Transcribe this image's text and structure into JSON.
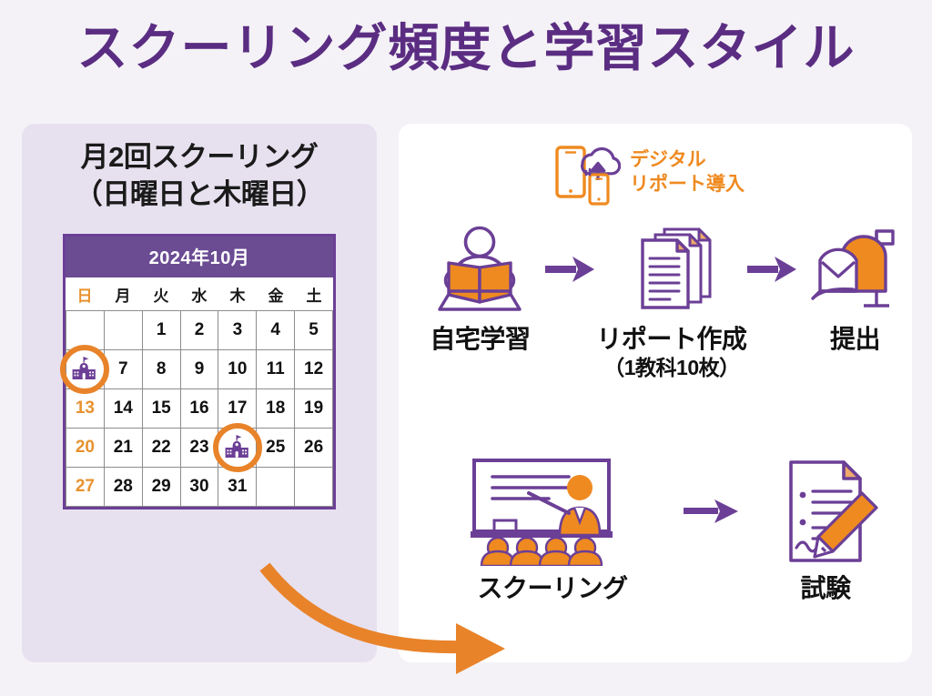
{
  "title": "スクーリング頻度と学習スタイル",
  "left_panel": {
    "heading_line1": "月2回スクーリング",
    "heading_line2": "（日曜日と木曜日）",
    "calendar": {
      "month_label": "2024年10月",
      "weekdays": [
        "日",
        "月",
        "火",
        "水",
        "木",
        "金",
        "土"
      ],
      "weeks": [
        [
          "",
          "",
          "1",
          "2",
          "3",
          "4",
          "5"
        ],
        [
          "school",
          "7",
          "8",
          "9",
          "10",
          "11",
          "12"
        ],
        [
          "13",
          "14",
          "15",
          "16",
          "17",
          "18",
          "19"
        ],
        [
          "20",
          "21",
          "22",
          "23",
          "school",
          "25",
          "26"
        ],
        [
          "27",
          "28",
          "29",
          "30",
          "31",
          "",
          ""
        ]
      ],
      "school_icon_name": "school-building-icon",
      "highlight_color": "#e8832a",
      "header_color": "#6b4c93",
      "sunday_color": "#e8922f"
    }
  },
  "right_panel": {
    "digital_note": {
      "line1": "デジタル",
      "line2": "リポート導入",
      "color": "#ef8a20",
      "icon_name": "tablet-cloud-upload-icon"
    },
    "flow_top": [
      {
        "label": "自宅学習",
        "sublabel": "",
        "icon_name": "person-reading-book-icon"
      },
      {
        "label": "リポート作成",
        "sublabel": "（1教科10枚）",
        "icon_name": "stacked-documents-icon"
      },
      {
        "label": "提出",
        "sublabel": "",
        "icon_name": "mailbox-icon"
      }
    ],
    "flow_bottom": [
      {
        "label": "スクーリング",
        "sublabel": "",
        "icon_name": "classroom-teacher-icon"
      },
      {
        "label": "試験",
        "sublabel": "",
        "icon_name": "document-pencil-icon"
      }
    ],
    "arrow_color": "#6b3f96"
  },
  "colors": {
    "page_background": "#f4f2f7",
    "title_purple": "#5b2d82",
    "panel_lavender": "#e7e1ef",
    "accent_orange": "#e8832a",
    "purple": "#6b3f96"
  }
}
